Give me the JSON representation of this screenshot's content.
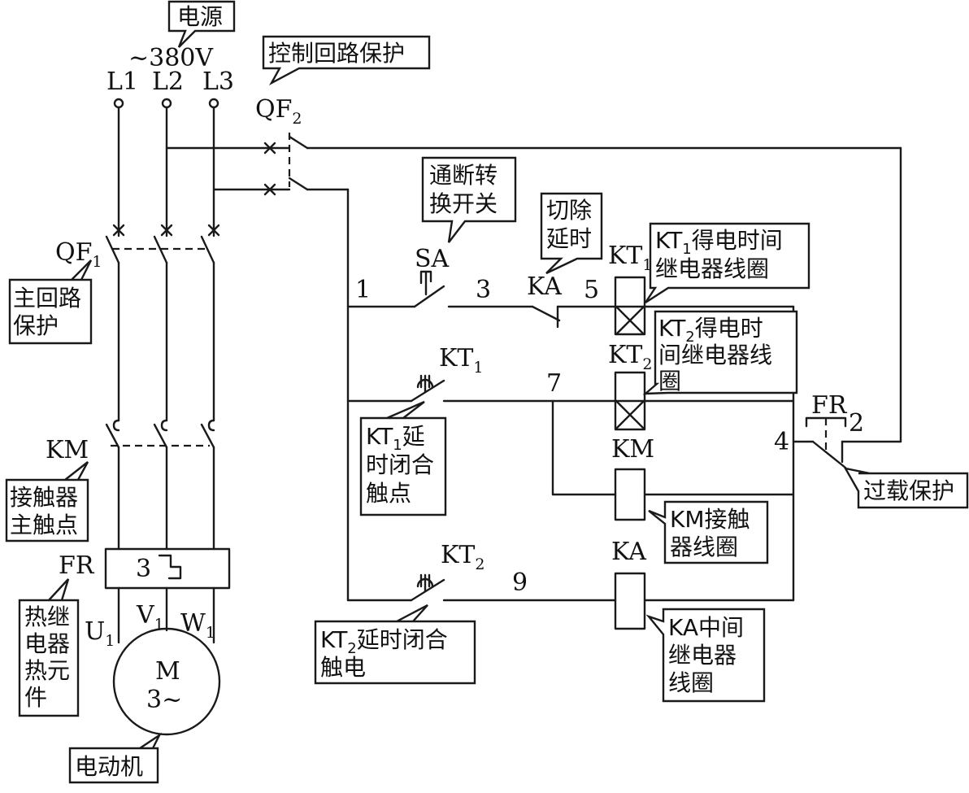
{
  "supply": {
    "label": "电源",
    "voltage": "~380V",
    "phases": [
      "L1",
      "L2",
      "L3"
    ]
  },
  "breakers": {
    "main": "QF1",
    "control": "QF2"
  },
  "main_circuit": {
    "contactor": "KM",
    "thermal_relay": "FR",
    "thermal_element_number": "3",
    "terminals": [
      "U1",
      "V1",
      "W1"
    ],
    "motor": {
      "letter": "M",
      "phase": "3~"
    }
  },
  "control_circuit": {
    "switch": "SA",
    "relay_contact_ka": "KA",
    "timer1": "KT1",
    "timer2": "KT2",
    "contactor_coil": "KM",
    "relay_coil": "KA",
    "overload": "FR",
    "nodes": [
      "1",
      "2",
      "3",
      "4",
      "5",
      "7",
      "9"
    ]
  },
  "callouts": {
    "power": "电源",
    "control_protection": "控制回路保护",
    "switch_on_off": [
      "通断转",
      "换开关"
    ],
    "cut_delay": [
      "切除",
      "延时"
    ],
    "kt1_coil": [
      "KT1得电时间",
      "继电器线圈"
    ],
    "kt2_coil": [
      "KT2得电时",
      "间继电器线",
      "圈"
    ],
    "main_protection": [
      "主回路",
      "保护"
    ],
    "contactor_main": [
      "接触器",
      "主触点"
    ],
    "kt1_contact": [
      "KT1延",
      "时闭合",
      "触点"
    ],
    "km_coil": [
      "KM接触",
      "器线圈"
    ],
    "thermal": [
      "热继",
      "电器",
      "热元",
      "件"
    ],
    "kt2_contact": [
      "KT2延时闭合",
      "触电"
    ],
    "ka_coil": [
      "KA中间",
      "继电器",
      "线圈"
    ],
    "overload": "过载保护",
    "motor": "电动机"
  }
}
